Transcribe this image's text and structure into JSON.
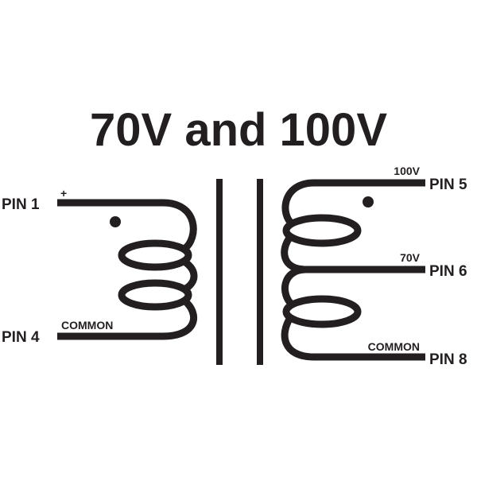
{
  "title": "70V and 100V",
  "primary": {
    "pin_top": "PIN 1",
    "pin_bottom": "PIN 4",
    "polarity": "+",
    "bottom_label": "COMMON"
  },
  "secondary": {
    "pin_top": "PIN 5",
    "pin_mid": "PIN 6",
    "pin_bottom": "PIN 8",
    "top_label": "100V",
    "mid_label": "70V",
    "bottom_label": "COMMON"
  },
  "colors": {
    "ink": "#231f20",
    "background": "#ffffff"
  }
}
